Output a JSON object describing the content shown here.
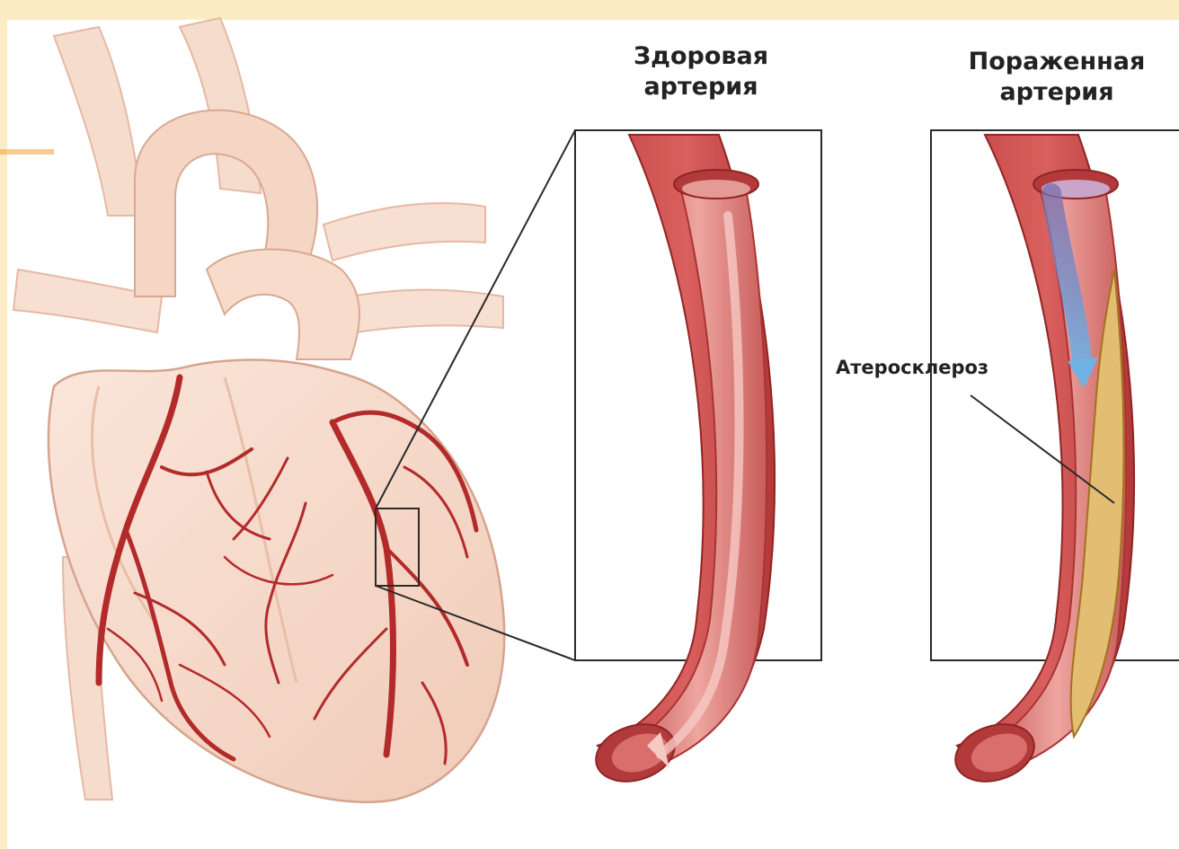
{
  "labels": {
    "healthy_line1": "Здоровая",
    "healthy_line2": "артерия",
    "affected_line1": "Пораженная",
    "affected_line2": "артерия",
    "atherosclerosis": "Атеросклероз"
  },
  "colors": {
    "page_background": "#ffffff",
    "frame_border": "#fcecc4",
    "heart_fill": "#f6d9c8",
    "coronary_artery": "#b32a2a",
    "vessel_wall": "#b83b3b",
    "vessel_lumen": "#d97b78",
    "plaque": "#e2bd72",
    "blood_flow_arrow": "#6fb3e6"
  },
  "icons": {
    "heart": "heart-illustration",
    "healthy_vessel": "artery-cross-section",
    "affected_vessel": "artery-with-plaque"
  }
}
